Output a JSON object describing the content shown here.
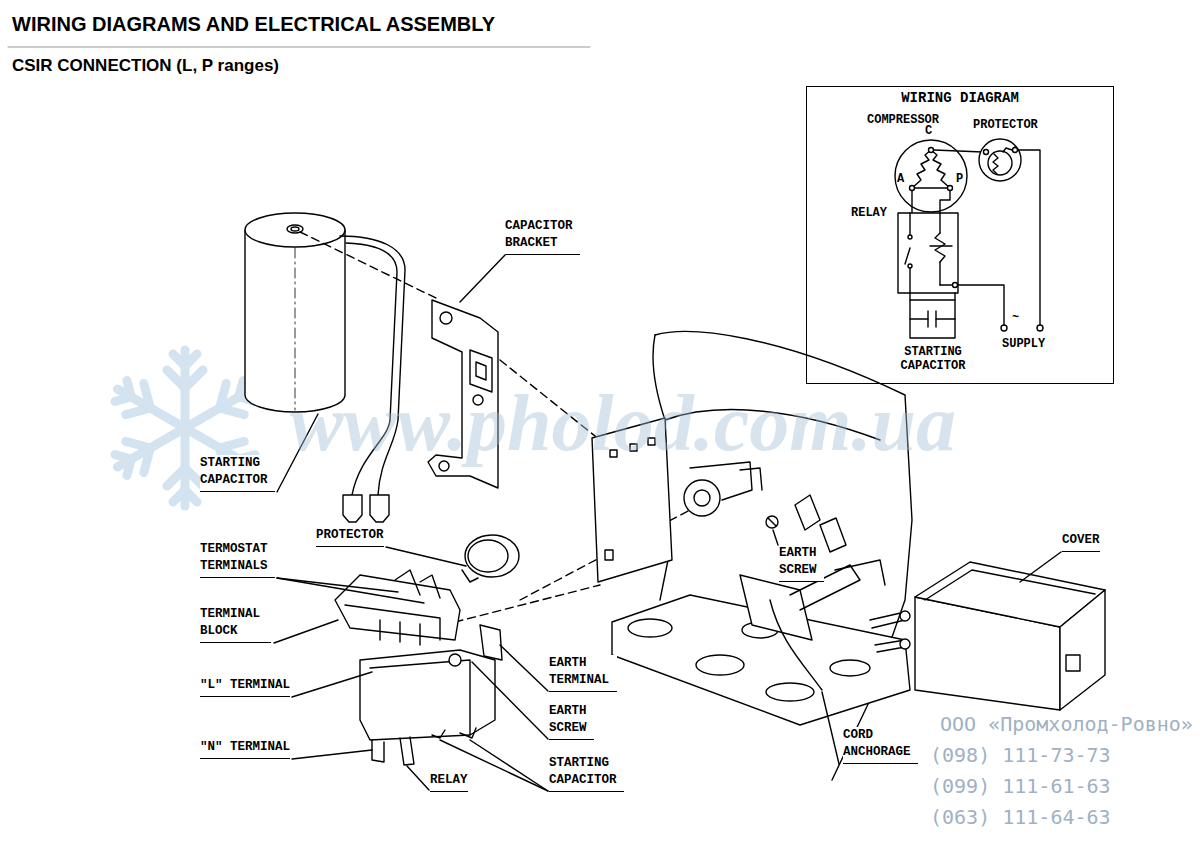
{
  "diagram": {
    "title": "WIRING DIAGRAMS AND ELECTRICAL ASSEMBLY",
    "nodes": [
      {
        "text": [
          "WIRING DIAGRAM"
        ]
      }
    ],
    "labels": [
      "CSIR CONNECTION (L, P ranges)",
      "CAPACITOR BRACKET",
      "STARTING CAPACITOR",
      "PROTECTOR",
      "TERMOSTAT TERMINALS",
      "TERMINAL BLOCK",
      "\"L\" TERMINAL",
      "\"N\" TERMINAL",
      "RELAY",
      "STARTING CAPACITOR",
      "EARTH SCREW",
      "EARTH TERMINAL",
      "EARTH SCREW",
      "CORD ANCHORAGE",
      "COVER",
      "COMPRESSOR",
      "C",
      "A",
      "P",
      "PROTECTOR",
      "RELAY",
      "STARTING CAPACITOR",
      "SUPPLY",
      "~",
      "www.pholod.com.ua",
      "ООО «Промхолод-Ровно»",
      "(098) 111-73-73",
      "(099) 111-61-63",
      "(063) 111-64-63"
    ]
  }
}
